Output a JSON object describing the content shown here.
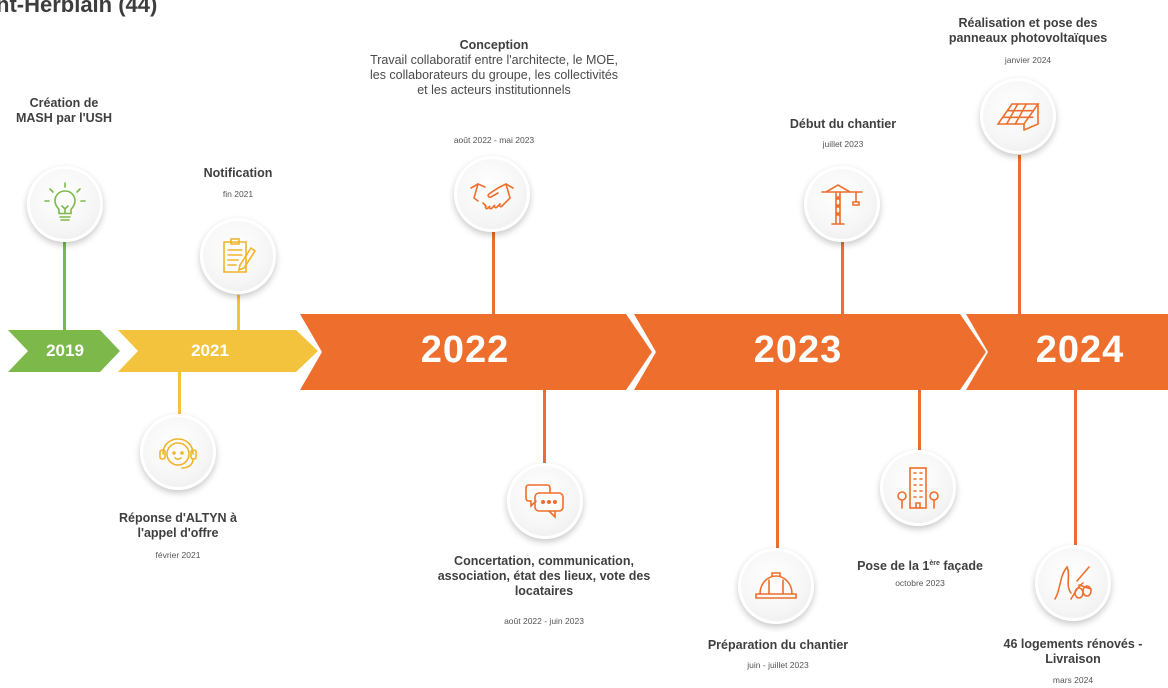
{
  "title": "nt-Herblain (44)",
  "colors": {
    "green": "#7cb94a",
    "yellow": "#f3c33d",
    "orange": "#ee6f2d"
  },
  "years": [
    "2019",
    "2021",
    "2022",
    "2023",
    "2024"
  ],
  "events": {
    "creation": {
      "title": "Création de MASH par l'USH",
      "icon": "lightbulb-icon"
    },
    "notification": {
      "title": "Notification",
      "date": "fin 2021",
      "icon": "document-pencil-icon"
    },
    "reponse": {
      "title": "Réponse d'ALTYN à l'appel d'offre",
      "date": "février 2021",
      "icon": "headset-icon"
    },
    "conception": {
      "title": "Conception",
      "desc": "Travail collaboratif entre l'architecte, le MOE, les collaborateurs du groupe, les collectivités et les acteurs institutionnels",
      "date": "août 2022 - mai 2023",
      "icon": "handshake-icon"
    },
    "concertation": {
      "title": "Concertation, communication, association, état des lieux, vote des locataires",
      "date": "août 2022 - juin 2023",
      "icon": "speech-bubbles-icon"
    },
    "debut": {
      "title": "Début du chantier",
      "date": "juillet 2023",
      "icon": "crane-icon"
    },
    "preparation": {
      "title": "Préparation du chantier",
      "date": "juin - juillet 2023",
      "icon": "hard-hat-icon"
    },
    "facade": {
      "title_a": "Pose de la 1",
      "title_sup": "ère",
      "title_b": " façade",
      "date": "octobre 2023",
      "icon": "building-icon"
    },
    "panneaux": {
      "title": "Réalisation et pose des panneaux photovoltaïques",
      "date": "janvier 2024",
      "icon": "solar-panel-icon"
    },
    "livraison": {
      "title": "46 logements rénovés - Livraison",
      "date": "mars 2024",
      "icon": "ribbon-scissors-icon"
    }
  }
}
